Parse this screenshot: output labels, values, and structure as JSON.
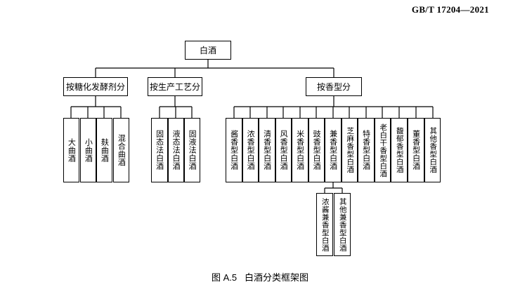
{
  "header": {
    "standard_number": "GB/T 17204—2021"
  },
  "root": {
    "label": "白酒"
  },
  "categories": [
    {
      "label": "按糖化发酵剂分",
      "children": [
        "大曲酒",
        "小曲酒",
        "麸曲酒",
        "混合曲酒"
      ]
    },
    {
      "label": "按生产工艺分",
      "children": [
        "固态法白酒",
        "液态法白酒",
        "固液法白酒"
      ]
    },
    {
      "label": "按香型分",
      "children": [
        "酱香型白酒",
        "浓香型白酒",
        "清香型白酒",
        "风香型白酒",
        "米香型白酒",
        "豉香型白酒",
        "兼香型白酒",
        "芝麻香型白酒",
        "特香型白酒",
        "老白干香型白酒",
        "馥郁香型白酒",
        "董香型白酒",
        "其他香型白酒"
      ]
    }
  ],
  "sub_children": [
    "浓酱兼香型白酒",
    "其他兼香型白酒"
  ],
  "caption": {
    "figure_number": "图 A.5",
    "title": "白酒分类框架图"
  }
}
